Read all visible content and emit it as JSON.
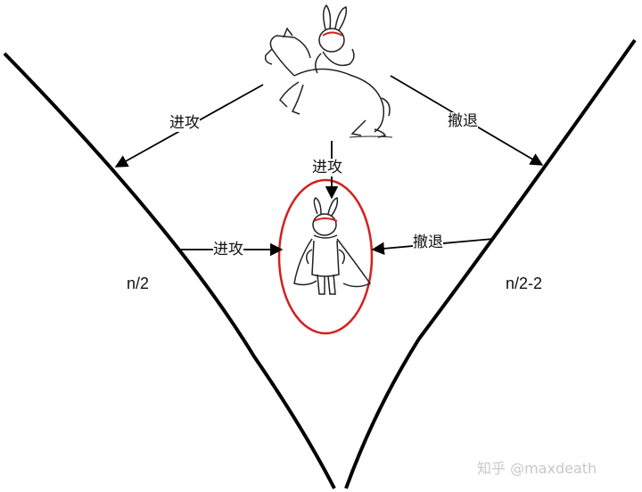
{
  "labels": {
    "attack_top_left": "进攻",
    "retreat_top_right": "撤退",
    "attack_top_center": "进攻",
    "attack_middle_left": "进攻",
    "retreat_middle_right": "撤退",
    "left_count": "n/2",
    "right_count": "n/2-2"
  },
  "watermark": "知乎 @maxdeath",
  "colors": {
    "highlight_ellipse": "#d42020",
    "line": "#000000"
  }
}
